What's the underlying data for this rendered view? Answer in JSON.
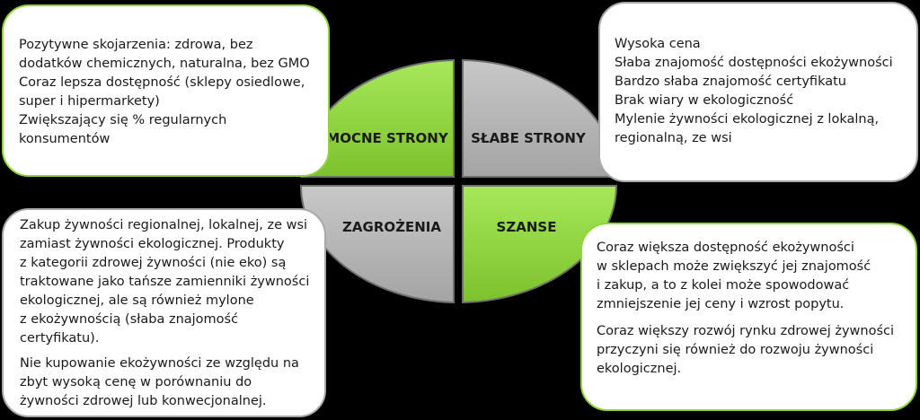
{
  "colors": {
    "green": "#8ed43a",
    "gray": "#b4b4b4",
    "background": "#000000"
  },
  "quadrants": {
    "strengths": "MOCNE STRONY",
    "weaknesses": "SŁABE STRONY",
    "threats": "ZAGROŻENIA",
    "opportunities": "SZANSE"
  },
  "strengths": [
    "Pozytywne skojarzenia: zdrowa, bez",
    "dodatków chemicznych, naturalna, bez GMO",
    "Coraz lepsza dostępność (sklepy osiedlowe,",
    "super i hipermarkety)",
    "Zwiększający się % regularnych",
    "konsumentów"
  ],
  "weaknesses": [
    "Wysoka cena",
    "Słaba znajomość dostępności ekożywności",
    "Bardzo słaba znajomość certyfikatu",
    "Brak wiary w ekologiczność",
    "Mylenie żywności ekologicznej z lokalną,",
    "regionalną, ze wsi"
  ],
  "threats": {
    "para1": [
      "Zakup żywności regionalnej, lokalnej, ze wsi",
      "zamiast żywności ekologicznej. Produkty",
      "z kategorii zdrowej żywności (nie eko) są",
      "traktowane jako tańsze zamienniki żywności",
      "ekologicznej, ale są również mylone",
      "z ekożywnością (słaba znajomość",
      "certyfikatu)."
    ],
    "para2": [
      "Nie kupowanie ekożywności ze względu na",
      "zbyt wysoką cenę w porównaniu do",
      "żywności zdrowej lub konwecjonalnej."
    ]
  },
  "opportunities": {
    "para1": [
      "Coraz większa dostępność ekożywności",
      "w sklepach może zwiększyć jej znajomość",
      "i zakup, a to z kolei może spowodować",
      "zmniejszenie jej ceny i wzrost popytu."
    ],
    "para2": [
      "Coraz większy rozwój rynku zdrowej żywności",
      "przyczyni się również do rozwoju żywności",
      "ekologicznej."
    ]
  }
}
